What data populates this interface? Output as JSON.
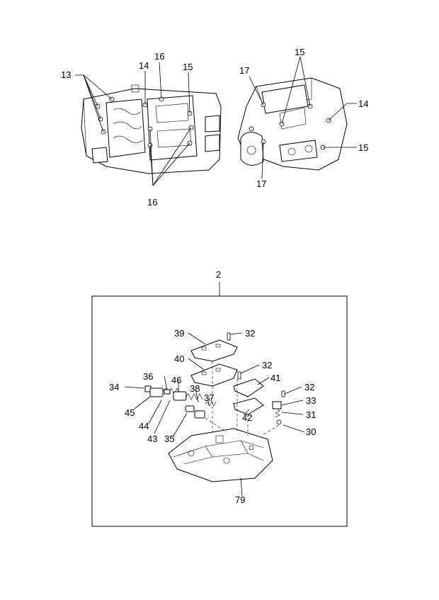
{
  "callouts": {
    "c13": "13",
    "c14a": "14",
    "c16a": "16",
    "c15a": "15",
    "c16b": "16",
    "c17a": "17",
    "c15b": "15",
    "c14b": "14",
    "c15c": "15",
    "c17b": "17",
    "c2": "2",
    "c39": "39",
    "c32a": "32",
    "c40": "40",
    "c32b": "32",
    "c41": "41",
    "c36": "36",
    "c46": "46",
    "c32c": "32",
    "c34": "34",
    "c38": "38",
    "c37": "37",
    "c33": "33",
    "c45": "45",
    "c31": "31",
    "c44": "44",
    "c42": "42",
    "c43": "43",
    "c35": "35",
    "c30": "30",
    "c79": "79"
  }
}
